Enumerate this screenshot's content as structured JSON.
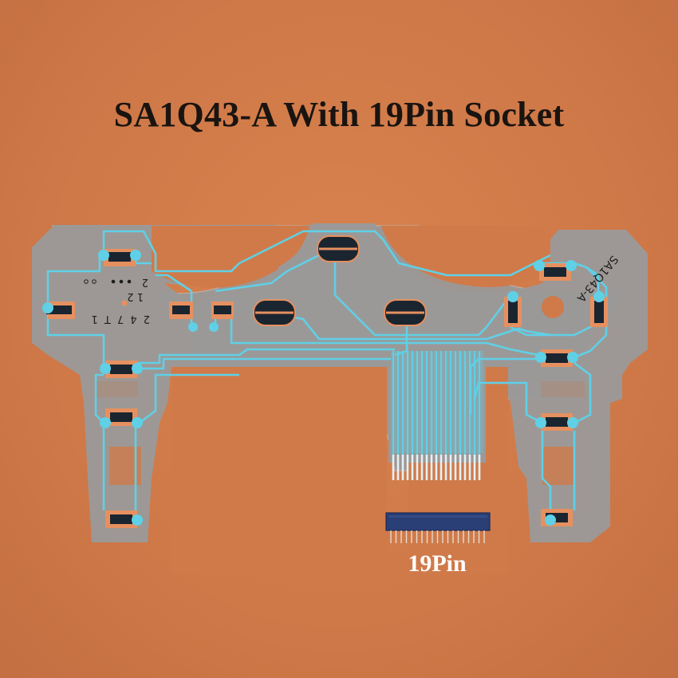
{
  "title": "SA1Q43-A With 19Pin Socket",
  "socket_label": "19Pin",
  "board_marking": "SA1Q43-A",
  "board_silkscreen": {
    "row1": "2",
    "row2": "1 2",
    "row3": "2 4 7 T 1",
    "dots": "● ● ●  ○ ○"
  },
  "colors": {
    "background": "#d07a4a",
    "film": "#9a9897",
    "trace": "#5fd0e6",
    "pad": "#1b2530",
    "socket": "#2a3f75",
    "title_text": "#1a1410",
    "label_text": "#ffffff"
  },
  "connector": {
    "pin_count": 19
  }
}
